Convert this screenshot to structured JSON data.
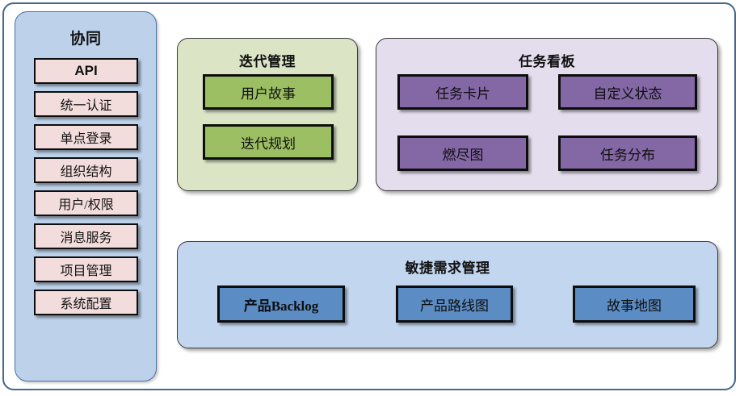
{
  "diagram": {
    "frame": {
      "accent_color": "#46688e",
      "background": "#ffffff"
    },
    "sidebar": {
      "title": "协同",
      "panel_color": "#bdd2ea",
      "item_color": "#f2dcdc",
      "items": [
        {
          "label": "API",
          "emphasis": "bold"
        },
        {
          "label": "统一认证",
          "emphasis": "normal"
        },
        {
          "label": "单点登录",
          "emphasis": "normal"
        },
        {
          "label": "组织结构",
          "emphasis": "normal"
        },
        {
          "label": "用户/权限",
          "emphasis": "normal"
        },
        {
          "label": "消息服务",
          "emphasis": "normal"
        },
        {
          "label": "项目管理",
          "emphasis": "normal"
        },
        {
          "label": "系统配置",
          "emphasis": "normal"
        }
      ]
    },
    "iteration": {
      "title": "迭代管理",
      "panel_color": "#dbe5c6",
      "box_color": "#9dbf63",
      "boxes": [
        {
          "label": "用户故事"
        },
        {
          "label": "迭代规划"
        }
      ]
    },
    "taskboard": {
      "title": "任务看板",
      "panel_color": "#e4ddee",
      "box_color": "#8467a5",
      "boxes": [
        {
          "label": "任务卡片"
        },
        {
          "label": "自定义状态"
        },
        {
          "label": "燃尽图"
        },
        {
          "label": "任务分布"
        }
      ]
    },
    "agile": {
      "title": "敏捷需求管理",
      "panel_color": "#c3d6ef",
      "box_color": "#5b8cc4",
      "boxes": [
        {
          "label": "产品Backlog"
        },
        {
          "label": "产品路线图"
        },
        {
          "label": "故事地图"
        }
      ]
    }
  }
}
